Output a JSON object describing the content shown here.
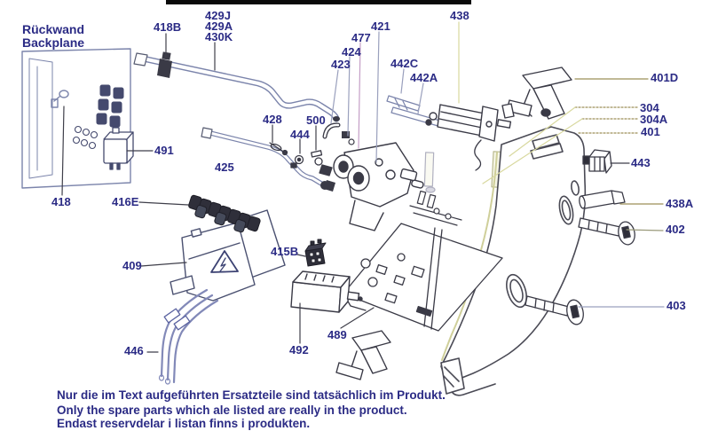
{
  "diagram_title_note": "exploded spare-parts diagram, title redacted by black bar",
  "backplane": {
    "line1": "Rückwand",
    "line2": "Backplane"
  },
  "parts": {
    "418B": "418B",
    "429J": "429J",
    "429A": "429A",
    "430K": "430K",
    "421": "421",
    "477": "477",
    "424": "424",
    "423": "423",
    "442C": "442C",
    "442A": "442A",
    "438": "438",
    "401D": "401D",
    "304": "304",
    "304A": "304A",
    "401": "401",
    "443": "443",
    "438A": "438A",
    "402": "402",
    "403": "403",
    "428": "428",
    "500": "500",
    "444": "444",
    "425": "425",
    "491": "491",
    "418": "418",
    "416E": "416E",
    "409": "409",
    "415B": "415B",
    "446": "446",
    "492": "492",
    "489": "489"
  },
  "footer": {
    "line1": "Nur die im Text aufgeführten Ersatzteile sind tatsächlich im Produkt.",
    "line2": "Only the spare parts which ale listed are really in the product.",
    "line3": "Endast reservdelar i listan finns i produkten."
  },
  "colors": {
    "label_text": "#2b2b85",
    "line_dark": "#3f3f4a",
    "line_blue": "#7b84ab",
    "leader_olive": "#9c8f57",
    "leader_pale": "#d8d89e",
    "leader_pink": "#c49ec6",
    "leader_bluegray": "#9aa0bd",
    "redaction_bar": "#0a0a0a"
  }
}
